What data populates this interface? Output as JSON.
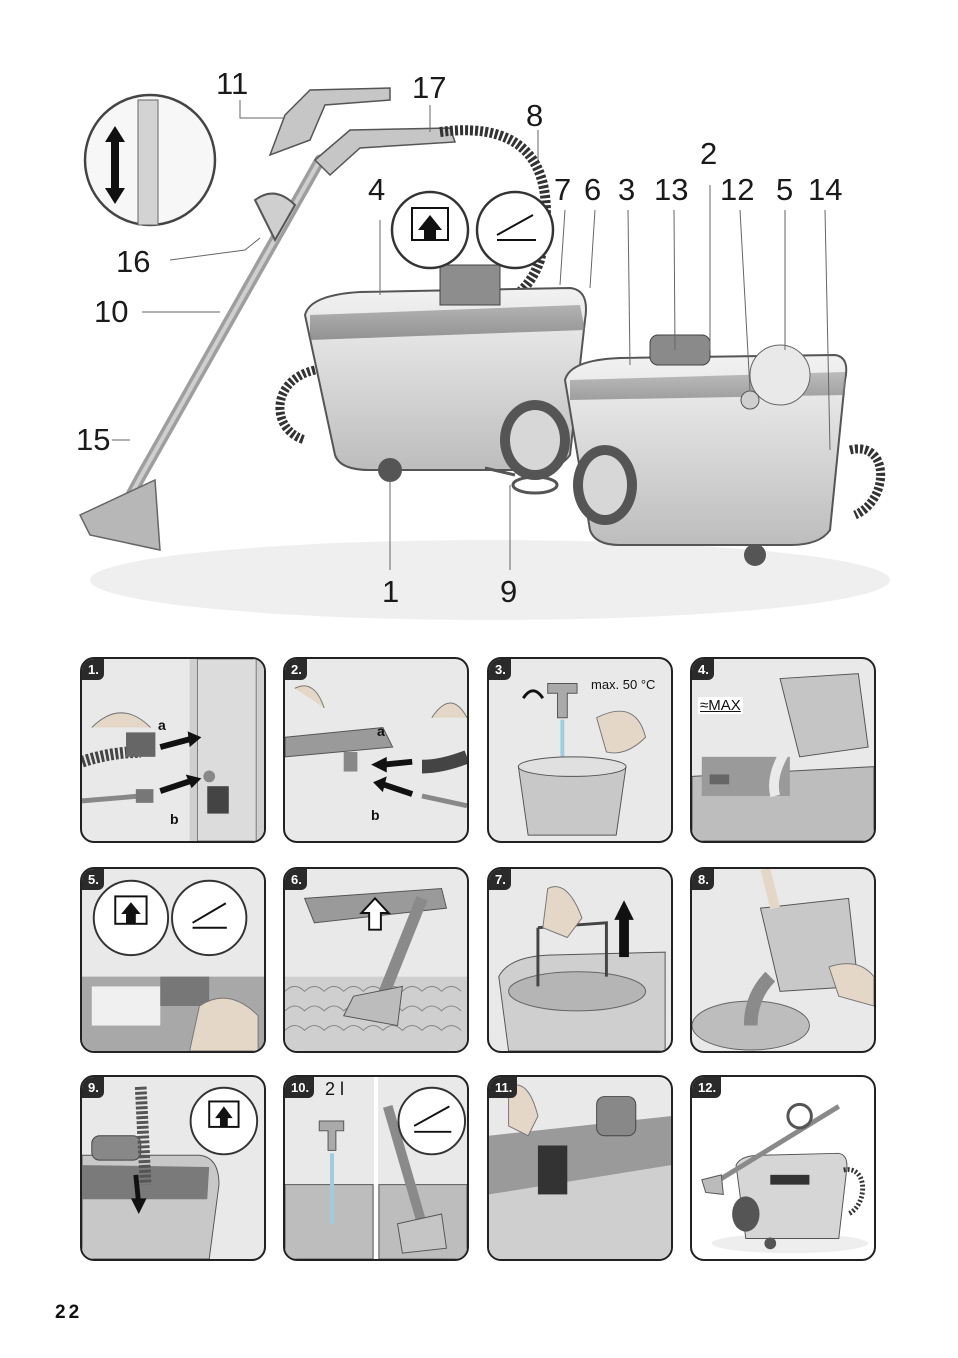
{
  "overview": {
    "callouts": [
      "11",
      "17",
      "8",
      "2",
      "4",
      "7",
      "6",
      "3",
      "13",
      "12",
      "5",
      "14",
      "16",
      "10",
      "15",
      "1",
      "9"
    ]
  },
  "steps": [
    {
      "number": "1.",
      "labels": [
        "a",
        "b"
      ]
    },
    {
      "number": "2.",
      "labels": [
        "a",
        "b"
      ]
    },
    {
      "number": "3.",
      "labels": [
        "max. 50 °C"
      ]
    },
    {
      "number": "4.",
      "labels": [
        "≈MAX"
      ]
    },
    {
      "number": "5.",
      "labels": []
    },
    {
      "number": "6.",
      "labels": []
    },
    {
      "number": "7.",
      "labels": []
    },
    {
      "number": "8.",
      "labels": []
    },
    {
      "number": "9.",
      "labels": []
    },
    {
      "number": "10.",
      "labels": [
        "2 l"
      ]
    },
    {
      "number": "11.",
      "labels": []
    },
    {
      "number": "12.",
      "labels": []
    }
  ],
  "page_number": "22"
}
